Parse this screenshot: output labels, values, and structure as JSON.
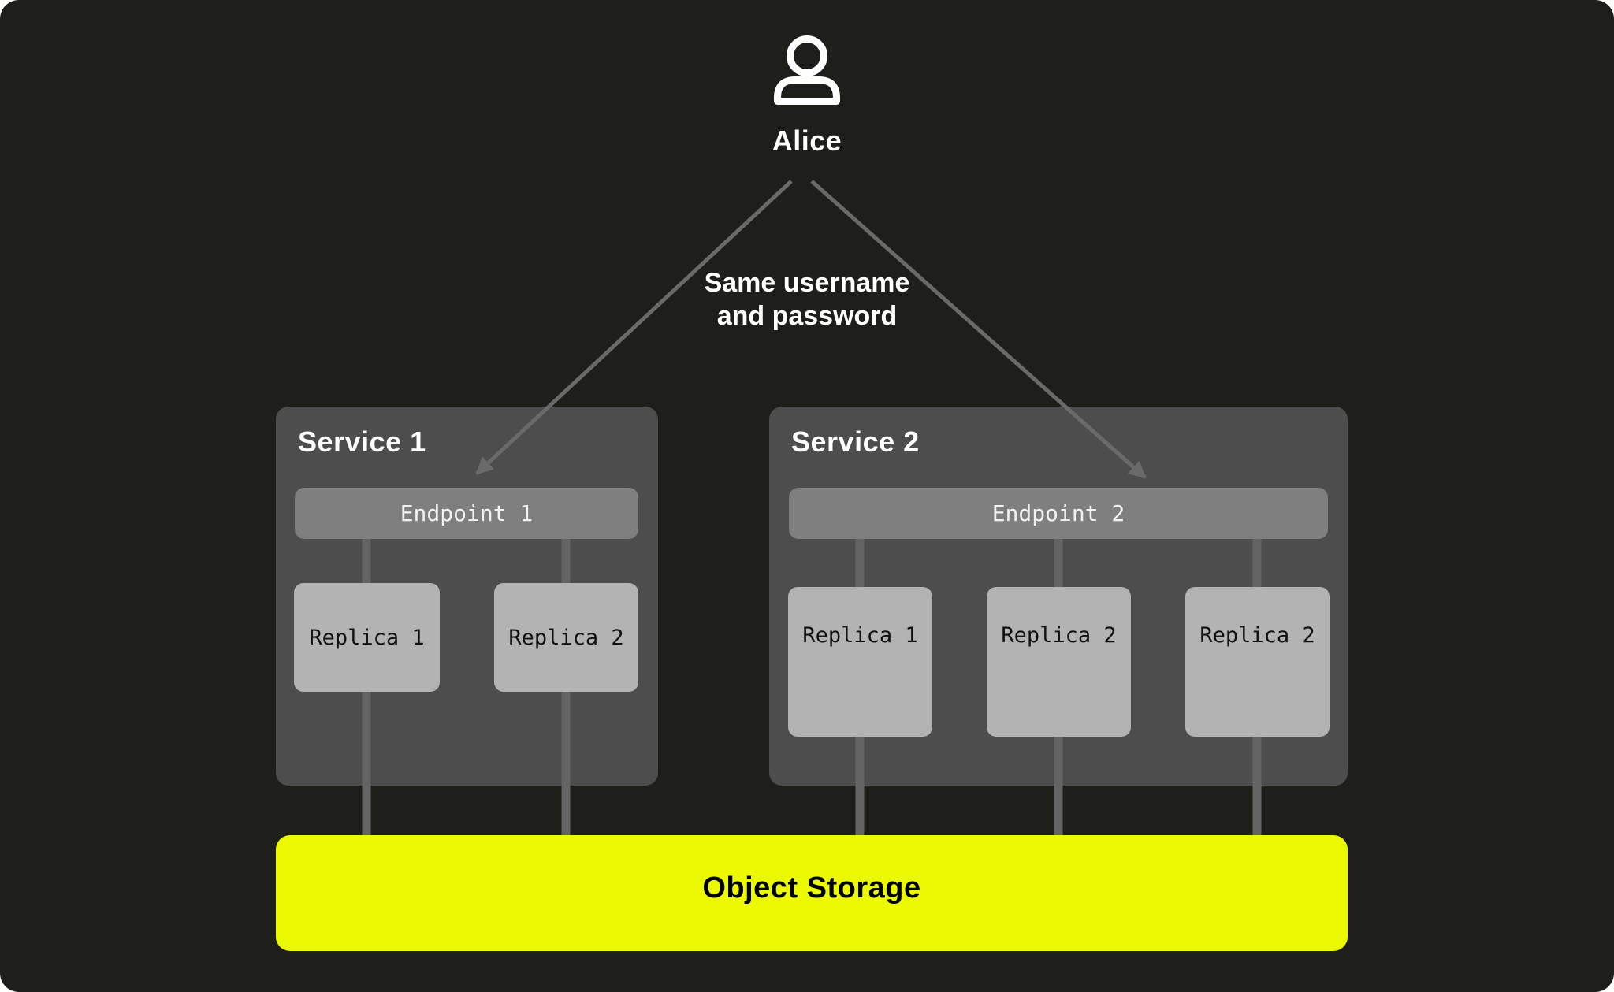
{
  "user": {
    "name": "Alice"
  },
  "annotation": {
    "line1": "Same username",
    "line2": "and password"
  },
  "services": [
    {
      "title": "Service 1",
      "endpoint": "Endpoint 1",
      "replicas": [
        "Replica 1",
        "Replica 2"
      ]
    },
    {
      "title": "Service 2",
      "endpoint": "Endpoint 2",
      "replicas": [
        "Replica 1",
        "Replica 2",
        "Replica 2"
      ]
    }
  ],
  "storage": {
    "label": "Object Storage"
  },
  "colors": {
    "canvas_bg": "#1e1f1a",
    "service_box": "#4d4d4d",
    "endpoint_bar": "#7f7f7f",
    "replica_box": "#b3b3b3",
    "connector_line": "#646464",
    "arrow": "#6a6a6a",
    "storage_highlight": "#ebfa00",
    "text_light": "#ffffff",
    "text_dark": "#111111"
  }
}
